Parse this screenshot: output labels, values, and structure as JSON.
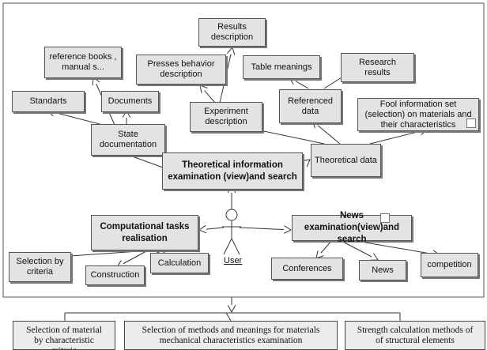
{
  "nodes": {
    "results_description": "Results\ndescription",
    "reference_books": "reference books ,\nmanual s...",
    "presses_behavior": "Presses behavior\ndescription",
    "table_meanings": "Table meanings",
    "research_results": "Research\nresults",
    "standarts": "Standarts",
    "documents": "Documents",
    "experiment_description": "Experiment\ndescription",
    "referenced_data": "Referenced\ndata",
    "fool_information_set": "Fool information set\n(selection)  on materials and\ntheir characteristics",
    "state_documentation": "State\ndocumentation",
    "theoretical_data": "Theoretical data",
    "theoretical_information": "Theoretical information\nexamination (view)and search",
    "computational_tasks": "Computational tasks\nrealisation",
    "news_examination": "News examination(view)and\nsearch",
    "selection_by_criteria": "Selection by\ncriteria",
    "construction": "Construction",
    "calculation": "Calculation",
    "conferences": "Conferences",
    "news": "News",
    "competition": "competition"
  },
  "actor": {
    "label": "User"
  },
  "bottom_boxes": {
    "selection_of_material": "Selection of material\nby characteristic\ncriteria",
    "selection_of_methods": "Selection of methods and meanings for materials\nmechanical characteristics examination",
    "strength_calculation": "Strength calculation methods of\nof  structural elements"
  },
  "colors": {
    "box_fill": "#e3e3e3",
    "border": "#555555",
    "line": "#333333"
  }
}
